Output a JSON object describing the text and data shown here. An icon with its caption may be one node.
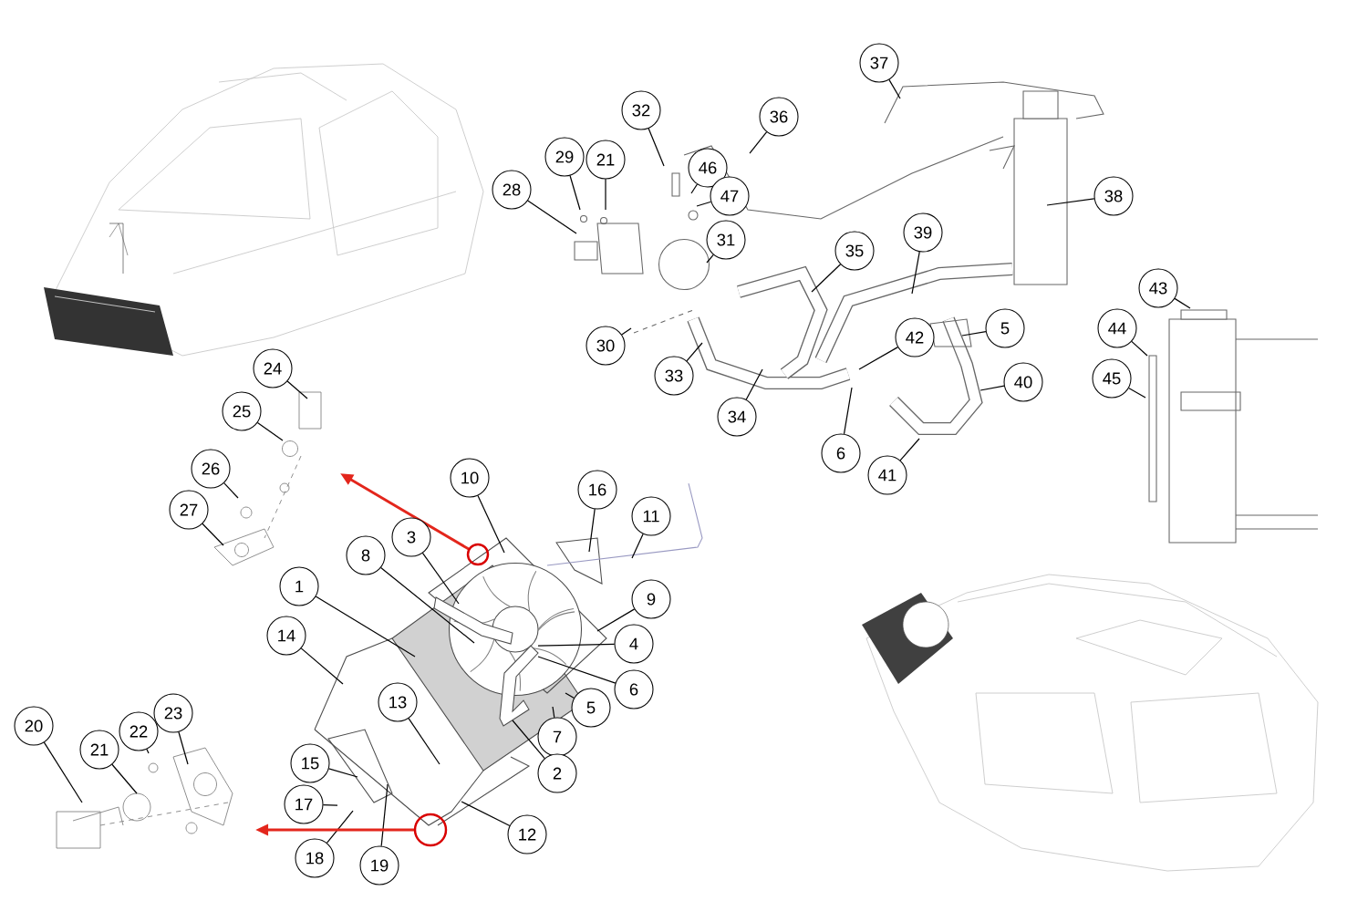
{
  "diagram": {
    "nodes": [
      {
        "text": [
          "37"
        ]
      },
      {
        "text": [
          "32"
        ]
      },
      {
        "text": [
          "36"
        ]
      },
      {
        "text": [
          "29"
        ]
      },
      {
        "text": [
          "21"
        ]
      },
      {
        "text": [
          "46"
        ]
      },
      {
        "text": [
          "28"
        ]
      },
      {
        "text": [
          "38"
        ]
      },
      {
        "text": [
          "47"
        ]
      },
      {
        "text": [
          "31"
        ]
      },
      {
        "text": [
          "39"
        ]
      },
      {
        "text": [
          "35"
        ]
      },
      {
        "text": [
          "43"
        ]
      },
      {
        "text": [
          "44"
        ]
      },
      {
        "text": [
          "5"
        ]
      },
      {
        "text": [
          "42"
        ]
      },
      {
        "text": [
          "30"
        ]
      },
      {
        "text": [
          "33"
        ]
      },
      {
        "text": [
          "45"
        ]
      },
      {
        "text": [
          "40"
        ]
      },
      {
        "text": [
          "34"
        ]
      },
      {
        "text": [
          "6"
        ]
      },
      {
        "text": [
          "24"
        ]
      },
      {
        "text": [
          "25"
        ]
      },
      {
        "text": [
          "41"
        ]
      },
      {
        "text": [
          "26"
        ]
      },
      {
        "text": [
          "10"
        ]
      },
      {
        "text": [
          "16"
        ]
      },
      {
        "text": [
          "27"
        ]
      },
      {
        "text": [
          "11"
        ]
      },
      {
        "text": [
          "3"
        ]
      },
      {
        "text": [],
        "shape": "circle"
      },
      {
        "text": [
          "8"
        ]
      },
      {
        "text": [
          "1"
        ]
      },
      {
        "text": [
          "9"
        ]
      },
      {
        "text": [
          "14"
        ]
      },
      {
        "text": [
          "4"
        ]
      },
      {
        "text": [
          "6"
        ]
      },
      {
        "text": [
          "13"
        ]
      },
      {
        "text": [
          "5"
        ]
      },
      {
        "text": [
          "20"
        ]
      },
      {
        "text": [
          "23"
        ]
      },
      {
        "text": [
          "22"
        ]
      },
      {
        "text": [
          "7"
        ]
      },
      {
        "text": [
          "21"
        ]
      },
      {
        "text": [
          "15"
        ]
      },
      {
        "text": [
          "2"
        ]
      },
      {
        "text": [
          "17"
        ]
      },
      {
        "text": [],
        "shape": "circle"
      },
      {
        "text": [
          "12"
        ]
      },
      {
        "text": [
          "18"
        ]
      },
      {
        "text": [
          "19"
        ]
      }
    ],
    "edges": [
      {
        "from": 0,
        "to": null,
        "arrow": "none"
      },
      {
        "from": 1,
        "to": null,
        "arrow": "none"
      },
      {
        "from": 2,
        "to": null,
        "arrow": "none"
      },
      {
        "from": 3,
        "to": null,
        "arrow": "none"
      },
      {
        "from": 4,
        "to": null,
        "arrow": "none"
      },
      {
        "from": 5,
        "to": null,
        "arrow": "none"
      },
      {
        "from": 6,
        "to": null,
        "arrow": "none"
      },
      {
        "from": 7,
        "to": null,
        "arrow": "none"
      },
      {
        "from": 8,
        "to": null,
        "arrow": "none"
      },
      {
        "from": 9,
        "to": null,
        "arrow": "none"
      },
      {
        "from": 10,
        "to": null,
        "arrow": "none"
      },
      {
        "from": 11,
        "to": null,
        "arrow": "none"
      },
      {
        "from": 12,
        "to": null,
        "arrow": "none"
      },
      {
        "from": 13,
        "to": null,
        "arrow": "none"
      },
      {
        "from": 14,
        "to": null,
        "arrow": "none"
      },
      {
        "from": 15,
        "to": null,
        "arrow": "none"
      },
      {
        "from": 16,
        "to": null,
        "arrow": "none"
      },
      {
        "from": 17,
        "to": null,
        "arrow": "none"
      },
      {
        "from": 18,
        "to": null,
        "arrow": "none"
      },
      {
        "from": 19,
        "to": null,
        "arrow": "none"
      },
      {
        "from": 20,
        "to": null,
        "arrow": "none"
      },
      {
        "from": 21,
        "to": null,
        "arrow": "none"
      },
      {
        "from": 22,
        "to": null,
        "arrow": "none"
      },
      {
        "from": 23,
        "to": null,
        "arrow": "none"
      },
      {
        "from": 24,
        "to": null,
        "arrow": "none"
      },
      {
        "from": 25,
        "to": null,
        "arrow": "none"
      },
      {
        "from": 26,
        "to": null,
        "arrow": "none"
      },
      {
        "from": 27,
        "to": null,
        "arrow": "none"
      },
      {
        "from": 28,
        "to": null,
        "arrow": "none"
      },
      {
        "from": 29,
        "to": null,
        "arrow": "none"
      },
      {
        "from": 30,
        "to": null,
        "arrow": "none"
      },
      {
        "from": 32,
        "to": null,
        "arrow": "none"
      },
      {
        "from": 33,
        "to": null,
        "arrow": "none"
      },
      {
        "from": 34,
        "to": null,
        "arrow": "none"
      },
      {
        "from": 35,
        "to": null,
        "arrow": "none"
      },
      {
        "from": 36,
        "to": null,
        "arrow": "none"
      },
      {
        "from": 37,
        "to": null,
        "arrow": "none"
      },
      {
        "from": 38,
        "to": null,
        "arrow": "none"
      },
      {
        "from": 39,
        "to": null,
        "arrow": "none"
      },
      {
        "from": 40,
        "to": null,
        "arrow": "none"
      },
      {
        "from": 41,
        "to": null,
        "arrow": "none"
      },
      {
        "from": 42,
        "to": null,
        "arrow": "none"
      },
      {
        "from": 43,
        "to": null,
        "arrow": "none"
      },
      {
        "from": 44,
        "to": null,
        "arrow": "none"
      },
      {
        "from": 45,
        "to": null,
        "arrow": "none"
      },
      {
        "from": 46,
        "to": null,
        "arrow": "none"
      },
      {
        "from": 47,
        "to": null,
        "arrow": "none"
      },
      {
        "from": 49,
        "to": null,
        "arrow": "none"
      },
      {
        "from": 50,
        "to": null,
        "arrow": "none"
      },
      {
        "from": 51,
        "to": null,
        "arrow": "none"
      },
      {
        "from": 31,
        "to": null,
        "arrow": "to",
        "color": "#e3261c"
      },
      {
        "from": 48,
        "to": null,
        "arrow": "to",
        "color": "#e3261c"
      }
    ]
  }
}
